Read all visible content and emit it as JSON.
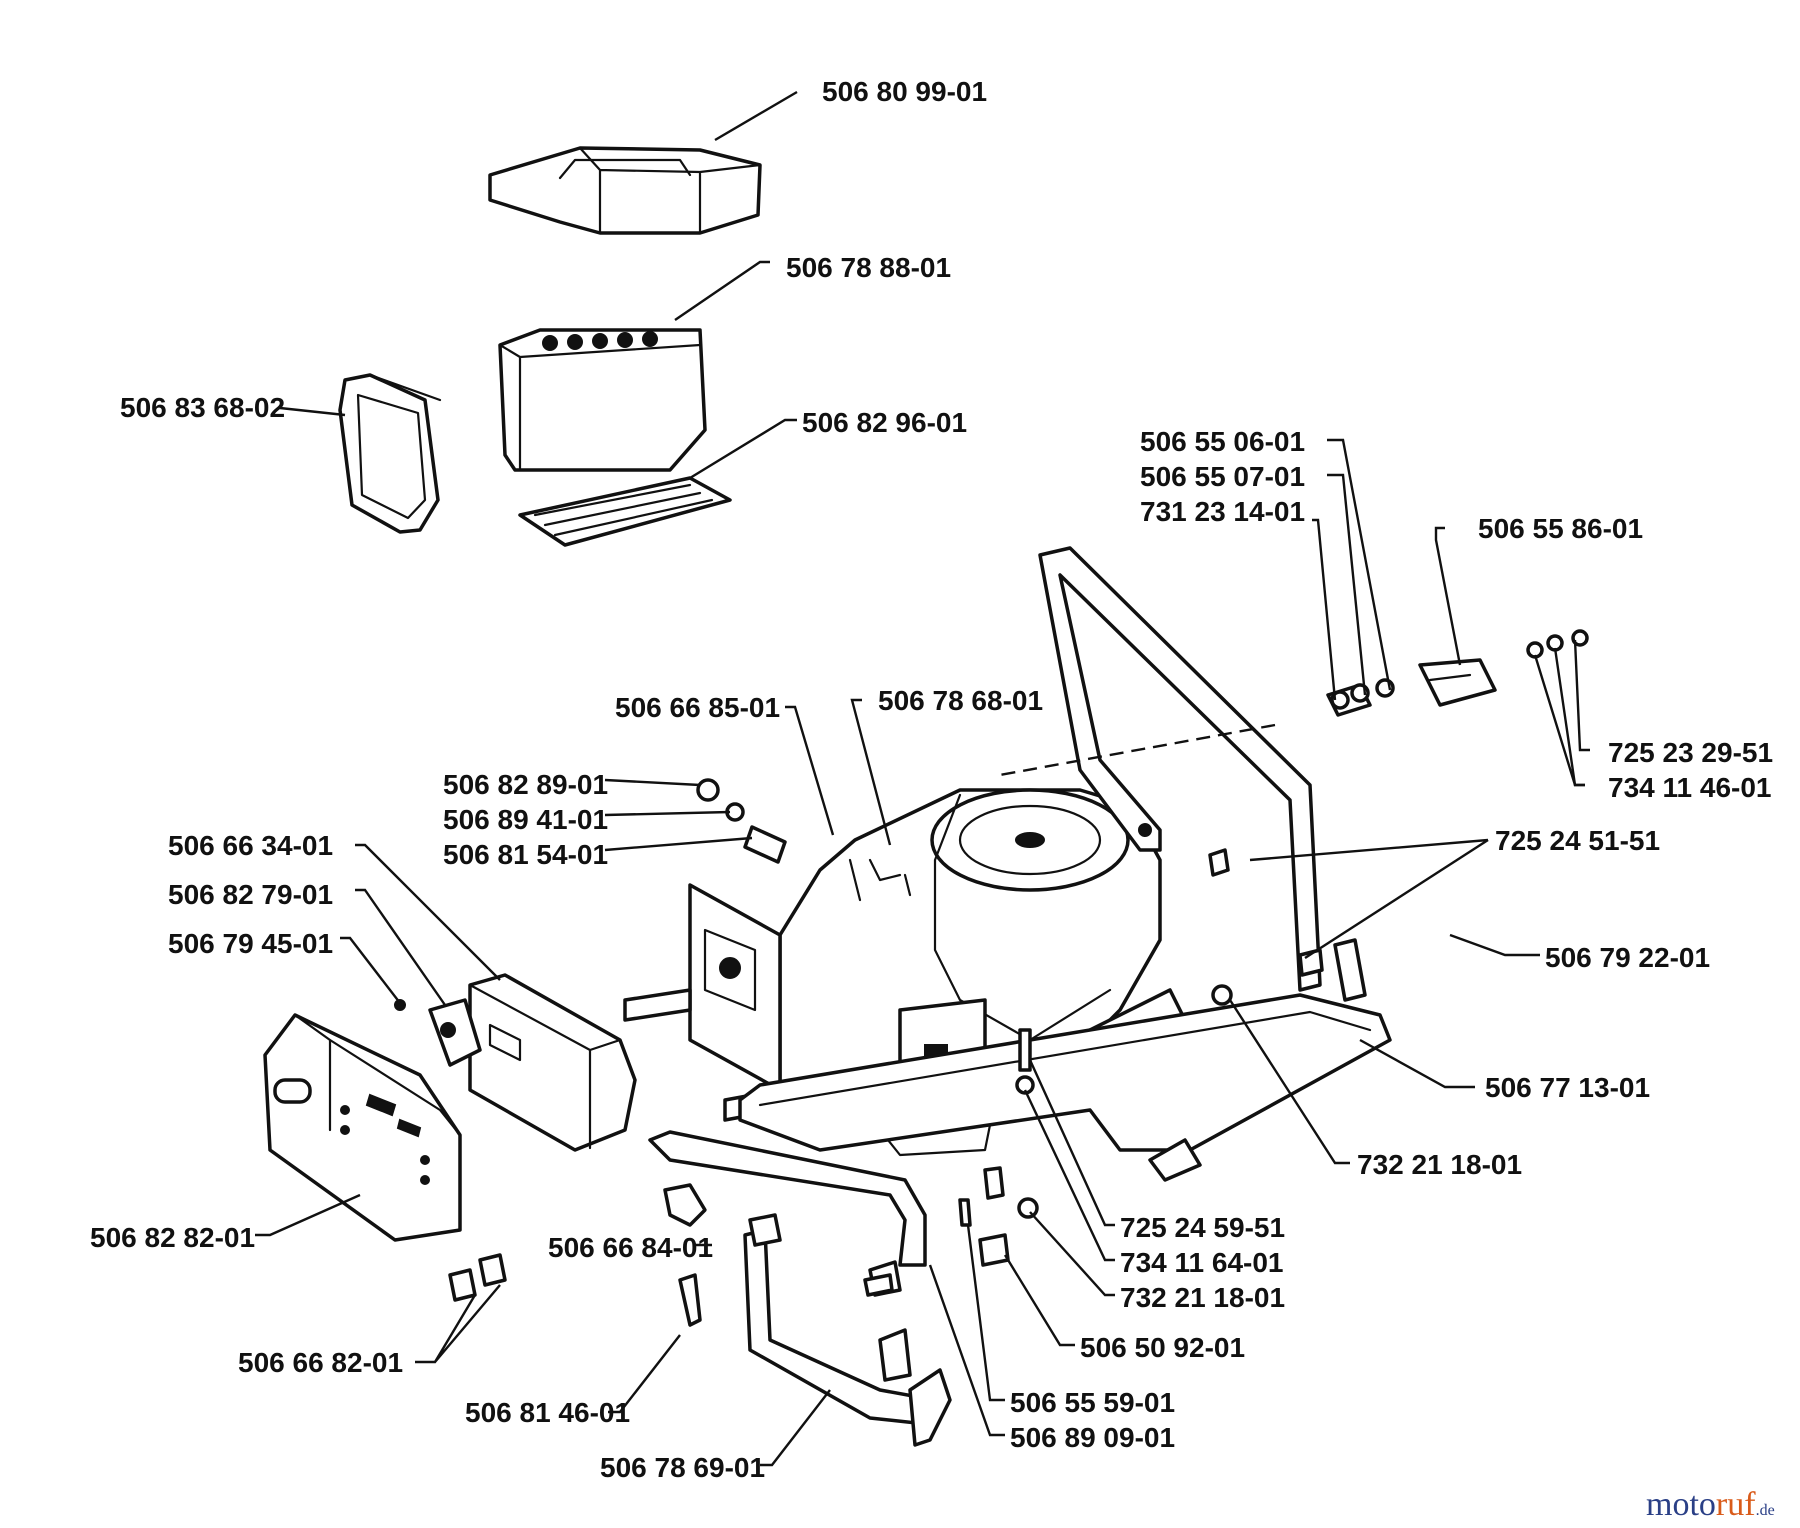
{
  "diagram": {
    "labels": [
      {
        "id": "l01",
        "text": "506 80 99-01"
      },
      {
        "id": "l02",
        "text": "506 78 88-01"
      },
      {
        "id": "l03",
        "text": "506 83 68-02"
      },
      {
        "id": "l04",
        "text": "506 82 96-01"
      },
      {
        "id": "l05",
        "text": "506 55 06-01"
      },
      {
        "id": "l06",
        "text": "506 55 07-01"
      },
      {
        "id": "l07",
        "text": "731 23 14-01"
      },
      {
        "id": "l08",
        "text": "506 55 86-01"
      },
      {
        "id": "l09",
        "text": "506 66 85-01"
      },
      {
        "id": "l10",
        "text": "506 78 68-01"
      },
      {
        "id": "l11",
        "text": "506 82 89-01"
      },
      {
        "id": "l12",
        "text": "506 89 41-01"
      },
      {
        "id": "l13",
        "text": "506 81 54-01"
      },
      {
        "id": "l14",
        "text": "506 66 34-01"
      },
      {
        "id": "l15",
        "text": "506 82 79-01"
      },
      {
        "id": "l16",
        "text": "506 79 45-01"
      },
      {
        "id": "l17",
        "text": "725 23 29-51"
      },
      {
        "id": "l18",
        "text": "734 11 46-01"
      },
      {
        "id": "l19",
        "text": "725 24 51-51"
      },
      {
        "id": "l20",
        "text": "506 79 22-01"
      },
      {
        "id": "l21",
        "text": "506 77 13-01"
      },
      {
        "id": "l22",
        "text": "732 21 18-01"
      },
      {
        "id": "l23",
        "text": "725 24 59-51"
      },
      {
        "id": "l24",
        "text": "734 11 64-01"
      },
      {
        "id": "l25",
        "text": "732 21 18-01"
      },
      {
        "id": "l26",
        "text": "506 50 92-01"
      },
      {
        "id": "l27",
        "text": "506 55 59-01"
      },
      {
        "id": "l28",
        "text": "506 89 09-01"
      },
      {
        "id": "l29",
        "text": "506 82 82-01"
      },
      {
        "id": "l30",
        "text": "506 66 84-01"
      },
      {
        "id": "l31",
        "text": "506 66 82-01"
      },
      {
        "id": "l32",
        "text": "506 81 46-01"
      },
      {
        "id": "l33",
        "text": "506 78 69-01"
      }
    ]
  },
  "watermark": {
    "part1": "moto",
    "part2": "ruf",
    "suffix": ".de"
  }
}
